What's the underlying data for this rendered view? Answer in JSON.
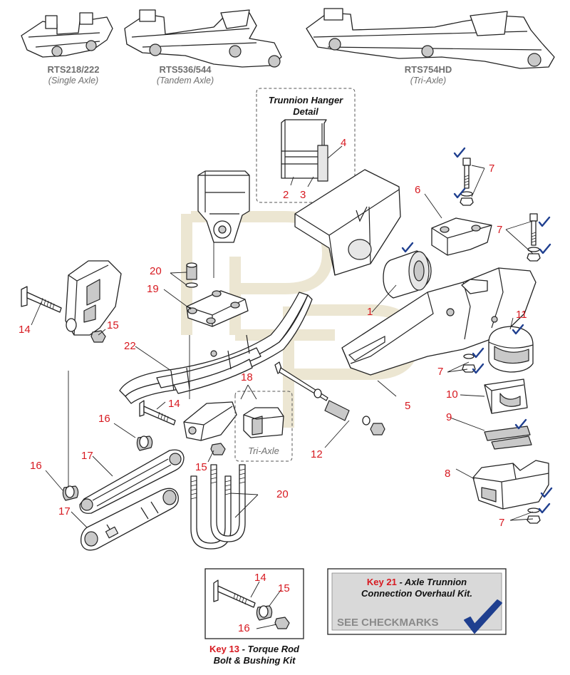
{
  "models": [
    {
      "code": "RTS218/222",
      "desc": "(Single Axle)"
    },
    {
      "code": "RTS536/544",
      "desc": "(Tandem Axle)"
    },
    {
      "code": "RTS754HD",
      "desc": "(Tri-Axle)"
    }
  ],
  "detail": {
    "title_line1": "Trunnion Hanger",
    "title_line2": "Detail"
  },
  "tri_axle_label": "Tri-Axle",
  "callouts": {
    "n1": "1",
    "n2": "2",
    "n3": "3",
    "n4": "4",
    "n5": "5",
    "n6": "6",
    "n7": "7",
    "n8": "8",
    "n9": "9",
    "n10": "10",
    "n11": "11",
    "n12": "12",
    "n14": "14",
    "n15": "15",
    "n16": "16",
    "n17": "17",
    "n18": "18",
    "n19": "19",
    "n20": "20",
    "n22": "22"
  },
  "kit13": {
    "key": "Key 13",
    "dash": " - ",
    "line1": "Torque Rod",
    "line2": "Bolt & Bushing Kit"
  },
  "kit21": {
    "key": "Key 21",
    "dash": " - ",
    "line1": "Axle Trunnion",
    "line2": "Connection Overhaul Kit.",
    "see": "SEE CHECKMARKS"
  },
  "colors": {
    "callout": "#d71920",
    "checkmark": "#1f3f8f",
    "watermark": "#ece6d2",
    "kit_box": "#d9d9d9"
  }
}
